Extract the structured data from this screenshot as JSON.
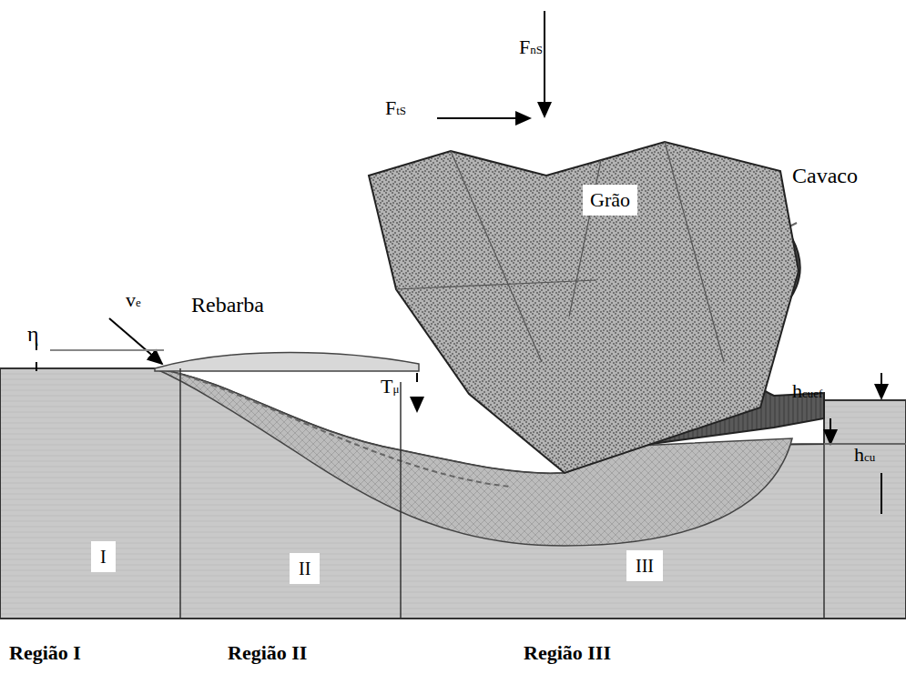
{
  "diagram": {
    "nodes": [
      {
        "text": [
          "Grão"
        ]
      }
    ],
    "labels": [
      "FnS",
      "FtS",
      "ve",
      "η",
      "Rebarba",
      "Cavaco",
      "Tμ",
      "hcuef",
      "hcu",
      "I",
      "II",
      "III",
      "Região I",
      "Região II",
      "Região III"
    ]
  }
}
